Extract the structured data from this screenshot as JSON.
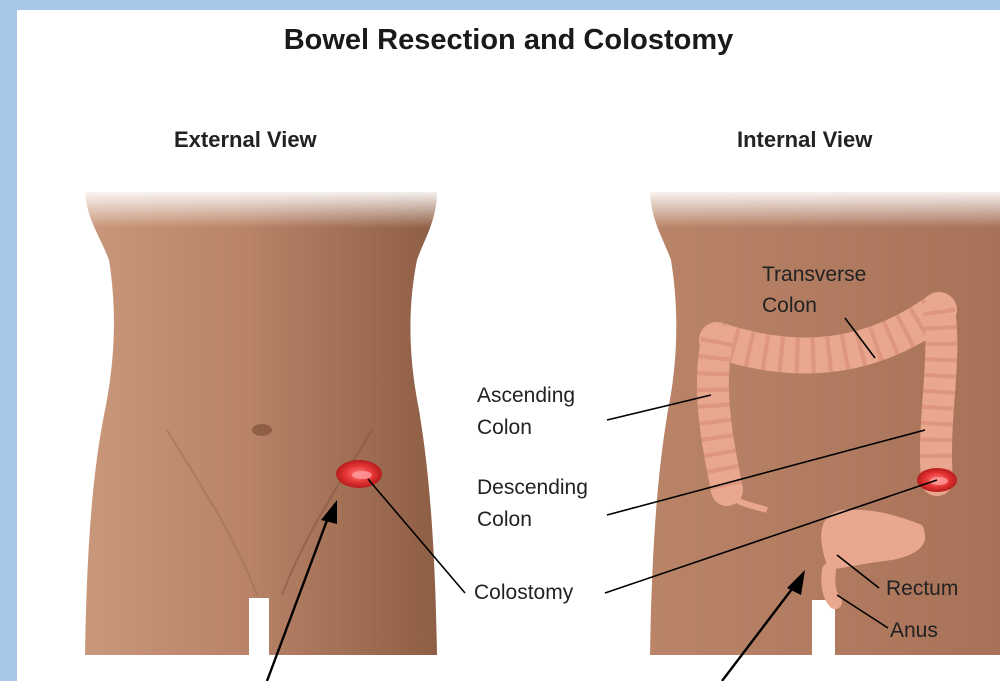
{
  "title": "Bowel Resection and Colostomy",
  "external_view": {
    "label": "External View"
  },
  "internal_view": {
    "label": "Internal View"
  },
  "labels": {
    "transverse_colon_1": "Transverse",
    "transverse_colon_2": "Colon",
    "ascending_colon_1": "Ascending",
    "ascending_colon_2": "Colon",
    "descending_colon_1": "Descending",
    "descending_colon_2": "Colon",
    "colostomy": "Colostomy",
    "rectum": "Rectum",
    "anus": "Anus"
  },
  "colors": {
    "frame": "#a7c7e9",
    "skin": "#bb8a70",
    "colon": "#e8a78e",
    "stoma": "#e03535"
  }
}
